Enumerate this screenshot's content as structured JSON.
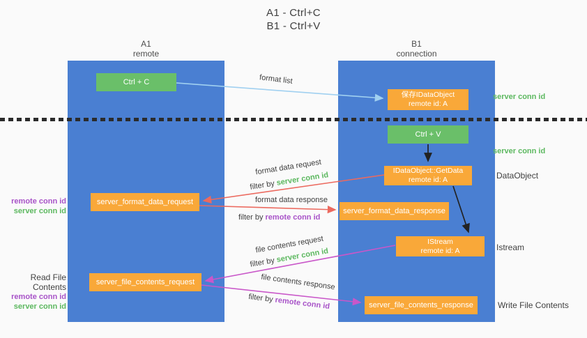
{
  "title": {
    "line1": "A1 - Ctrl+C",
    "line2": "B1 - Ctrl+V"
  },
  "columns": {
    "a1": {
      "name": "A1",
      "subtitle": "remote"
    },
    "b1": {
      "name": "B1",
      "subtitle": "connection"
    }
  },
  "nodes": {
    "ctrl_c": {
      "label": "Ctrl + C"
    },
    "save_dataobject": {
      "line1": "保存IDataObject",
      "line2": "remote id: A"
    },
    "ctrl_v": {
      "label": "Ctrl + V"
    },
    "getdata": {
      "line1": "IDataObject::GetData",
      "line2": "remote id: A"
    },
    "format_request": {
      "label": "server_format_data_request"
    },
    "format_response": {
      "label": "server_format_data_response"
    },
    "istream": {
      "line1": "IStream",
      "line2": "remote id: A"
    },
    "file_request": {
      "label": "server_file_contents_request"
    },
    "file_response": {
      "label": "server_file_contents_response"
    }
  },
  "arrows": {
    "format_list": {
      "label": "format list"
    },
    "format_data_request": {
      "label": "format data request",
      "filter_prefix": "filter by ",
      "filter_key": "server conn id"
    },
    "format_data_response": {
      "label": "format data response",
      "filter_prefix": "filter by ",
      "filter_key": "remote conn id"
    },
    "file_contents_request": {
      "label": "file contents request",
      "filter_prefix": "filter by ",
      "filter_key": "server conn id"
    },
    "file_contents_response": {
      "label": "file contents response",
      "filter_prefix": "filter by ",
      "filter_key": "remote conn id"
    }
  },
  "side_labels": {
    "server_conn_id_top": "server conn id",
    "server_conn_id_mid": "server conn id",
    "dataobject": "DataObject",
    "istream": "Istream",
    "write_file_contents": "Write File Contents",
    "read_file_contents": "Read File Contents",
    "format_group": {
      "remote": "remote conn id",
      "server": "server conn id"
    },
    "file_group": {
      "remote": "remote conn id",
      "server": "server conn id"
    }
  },
  "colors": {
    "background": "#fafafa",
    "column-blue": "#4a7fd2",
    "box-green": "#6abf69",
    "box-orange": "#f9a839",
    "arrow-lightblue": "#a0d0f0",
    "arrow-black": "#222222",
    "arrow-red": "#ec6a5f",
    "arrow-magenta": "#c957c9",
    "text-green": "#5cb85f",
    "text-purple": "#a853c8",
    "text-dark": "#404040",
    "dash-color": "#2b2b2b"
  }
}
